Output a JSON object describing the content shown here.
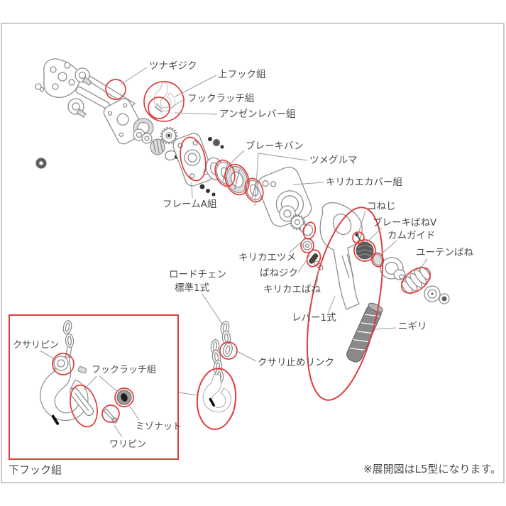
{
  "page": {
    "note": "※展開図はL5型になります。"
  },
  "inset": {
    "caption": "下フック組"
  },
  "labels": {
    "connecting_shaft": "ツナギジク",
    "upper_hook_assy": "上フック組",
    "hook_latch_assy": "フックラッチ組",
    "safety_lever_assy": "アンゼンレバー組",
    "brake_band": "ブレーキバン",
    "pawl_wheel": "ツメグルマ",
    "switch_cover_assy": "キリカエカバー組",
    "small_screw": "コねじ",
    "brake_spring_v": "ブレーキばねV",
    "cam_guide": "カムガイド",
    "friction_spring": "ユーテンばね",
    "frame_a_assy": "フレームA組",
    "switch_pawl": "キリカエツメ",
    "spring_shaft": "ばねジク",
    "switch_spring": "キリカエばね",
    "load_chain_line1": "ロードチェン",
    "load_chain_line2": "標準1式",
    "lever_set": "レバー1式",
    "grip": "ニギリ",
    "chain_stop_link": "クサリ止めリンク",
    "chain_pin": "クサリピン",
    "hook_latch_assy_inset": "フックラッチ組",
    "slotted_nut": "ミゾナット",
    "split_pin": "ワリピン"
  },
  "colors": {
    "annotation_red": "#e03c3c",
    "drawing_gray": "#8d8d8d",
    "text_gray": "#4a4a4a",
    "border_gray": "#b3b3b3"
  }
}
